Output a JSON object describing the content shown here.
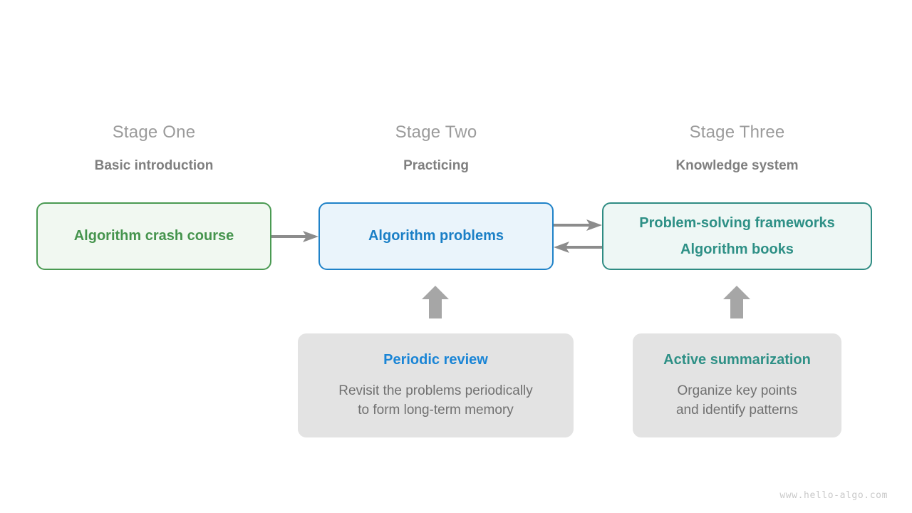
{
  "diagram": {
    "title_watermark": "www.hello-algo.com",
    "stages": [
      {
        "id": "stage-one",
        "title": "Stage One",
        "subtitle": "Basic introduction"
      },
      {
        "id": "stage-two",
        "title": "Stage Two",
        "subtitle": "Practicing"
      },
      {
        "id": "stage-three",
        "title": "Stage Three",
        "subtitle": "Knowledge system"
      }
    ],
    "boxes": [
      {
        "id": "algorithm-crash-course",
        "lines": [
          "Algorithm crash course"
        ],
        "border_color": "#4a9a52",
        "fill_color": "#f1f8f1",
        "text_color": "#45944d"
      },
      {
        "id": "algorithm-problems",
        "lines": [
          "Algorithm problems"
        ],
        "border_color": "#1f82c8",
        "fill_color": "#eaf4fb",
        "text_color": "#1a7fc6"
      },
      {
        "id": "frameworks-and-books",
        "lines": [
          "Problem-solving frameworks",
          "Algorithm books"
        ],
        "border_color": "#2f8c83",
        "fill_color": "#eef7f5",
        "text_color": "#2e9086"
      }
    ],
    "notes": [
      {
        "id": "periodic-review",
        "title": "Periodic review",
        "title_color": "#1a85d6",
        "body": "Revisit the problems periodically\nto form long-term memory",
        "fill_color": "#e3e3e3",
        "body_color": "#707070"
      },
      {
        "id": "active-summarization",
        "title": "Active summarization",
        "title_color": "#2e9086",
        "body": "Organize key points\nand identify patterns",
        "fill_color": "#e3e3e3",
        "body_color": "#707070"
      }
    ],
    "arrows": [
      {
        "id": "arrow-crash-course-to-problems",
        "direction": "right",
        "color": "#8c8c8c",
        "from": "algorithm-crash-course",
        "to": "algorithm-problems"
      },
      {
        "id": "arrow-problems-to-frameworks",
        "direction": "right",
        "color": "#8c8c8c",
        "from": "algorithm-problems",
        "to": "frameworks-and-books"
      },
      {
        "id": "arrow-frameworks-to-problems",
        "direction": "left",
        "color": "#8c8c8c",
        "from": "frameworks-and-books",
        "to": "algorithm-problems"
      },
      {
        "id": "arrow-periodic-review-up",
        "direction": "up",
        "color": "#a6a6a6",
        "from": "periodic-review",
        "to": "algorithm-problems"
      },
      {
        "id": "arrow-active-summarization-up",
        "direction": "up",
        "color": "#a6a6a6",
        "from": "active-summarization",
        "to": "frameworks-and-books"
      }
    ]
  }
}
